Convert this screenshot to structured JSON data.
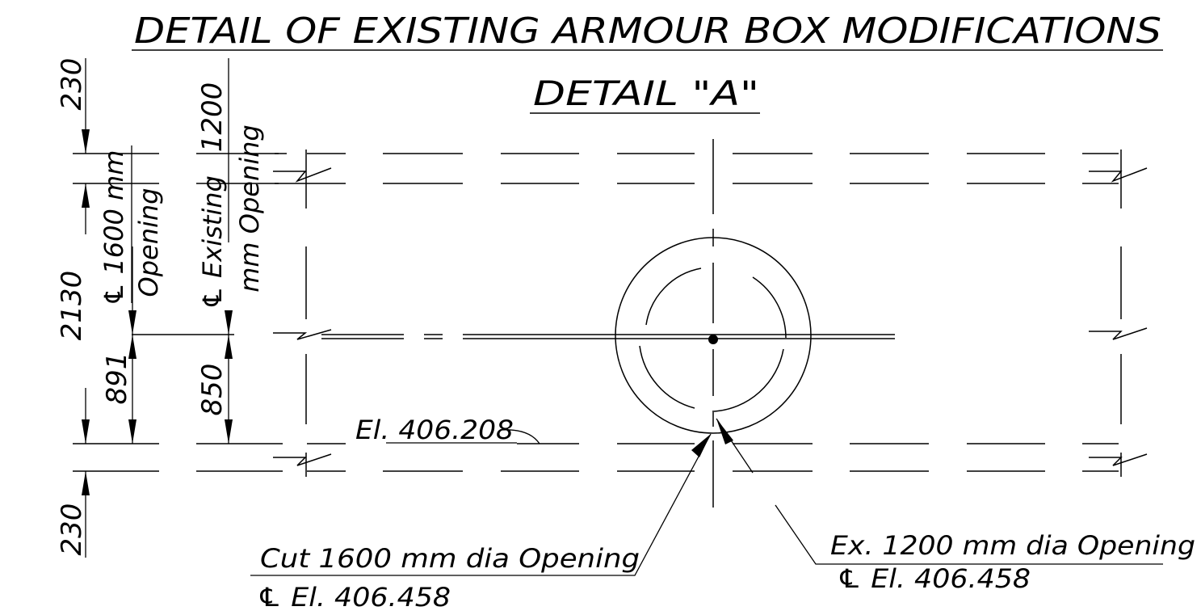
{
  "title": "DETAIL OF EXISTING ARMOUR BOX MODIFICATIONS",
  "subtitle": "DETAIL \"A\"",
  "dims_left": {
    "top": "230",
    "mid": "2130",
    "lower": "891",
    "bottom": "230"
  },
  "dims_inner": {
    "mid": "1200",
    "lower": "850"
  },
  "centerline_labels": {
    "new_opening_line1": "℄ 1600 mm",
    "new_opening_line2": "Opening",
    "existing_opening_line1": "℄ Existing",
    "existing_opening_line2": "mm Opening"
  },
  "elevation_label": "El. 406.208",
  "callout_cut": {
    "line1": "Cut 1600 mm dia Opening",
    "line2": "℄ El. 406.458"
  },
  "callout_existing": {
    "line1": "Ex. 1200 mm dia Opening",
    "line2": "℄ El. 406.458"
  }
}
